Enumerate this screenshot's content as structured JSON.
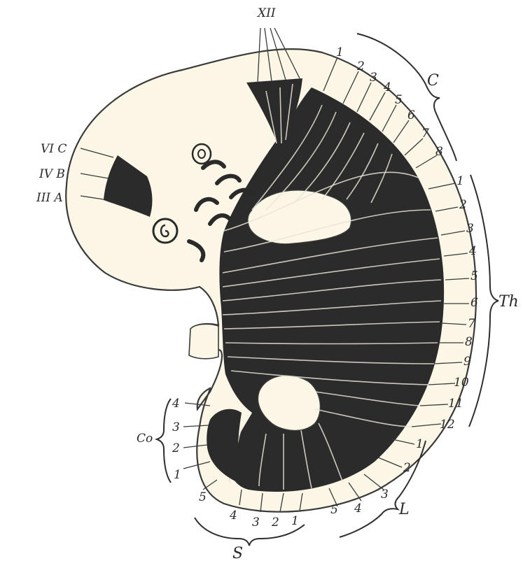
{
  "figure": {
    "regions": {
      "top_nerve_label": "XII",
      "cervical": "C",
      "thoracic": "Th",
      "lumbar": "L",
      "sacral": "S",
      "coccygeal": "Co"
    },
    "head_labels": [
      "VI C",
      "IV B",
      "III A"
    ],
    "cervical_numbers": [
      "1",
      "2",
      "3",
      "4",
      "5",
      "6",
      "7",
      "8"
    ],
    "thoracic_numbers": [
      "1",
      "2",
      "3",
      "4",
      "5",
      "6",
      "7",
      "8",
      "9",
      "10",
      "11",
      "12"
    ],
    "lumbar_numbers": [
      "1",
      "2",
      "3",
      "4",
      "5"
    ],
    "sacral_numbers": [
      "5",
      "4",
      "3",
      "2",
      "1"
    ],
    "coccygeal_numbers": [
      "4",
      "3",
      "2",
      "1"
    ],
    "colors": {
      "body_fill": "#fbf6e6",
      "body_outline": "#3a3a3a",
      "somite_fill": "#2b2b2b",
      "line": "#2a2a2a"
    }
  }
}
